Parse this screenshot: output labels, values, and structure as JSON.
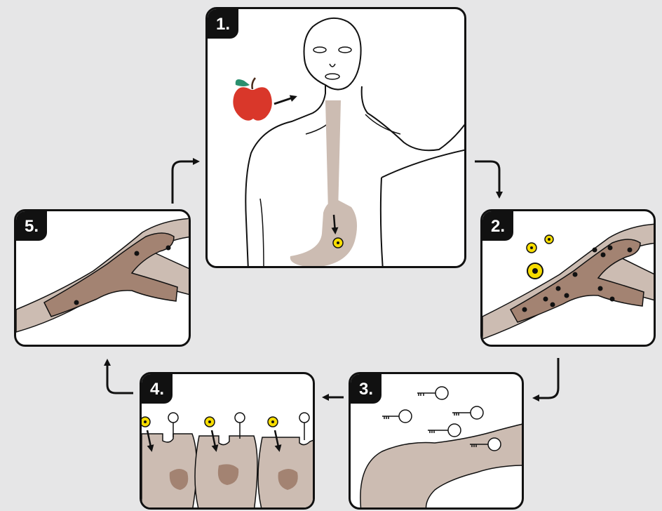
{
  "steps": [
    {
      "label": "1."
    },
    {
      "label": "2."
    },
    {
      "label": "3."
    },
    {
      "label": "4."
    },
    {
      "label": "5."
    }
  ],
  "colors": {
    "background": "#e6e6e7",
    "tissue": "#ccbcb2",
    "vessel_blood": "#a38372",
    "glucose_yellow": "#f7dd00",
    "outline": "#111111",
    "apple_red": "#d9372a",
    "leaf_green": "#2a8f6e"
  },
  "icons": [
    "apple-icon",
    "glucose-molecule-icon",
    "insulin-key-icon",
    "receptor-lock-icon",
    "blood-cell-dot-icon"
  ]
}
